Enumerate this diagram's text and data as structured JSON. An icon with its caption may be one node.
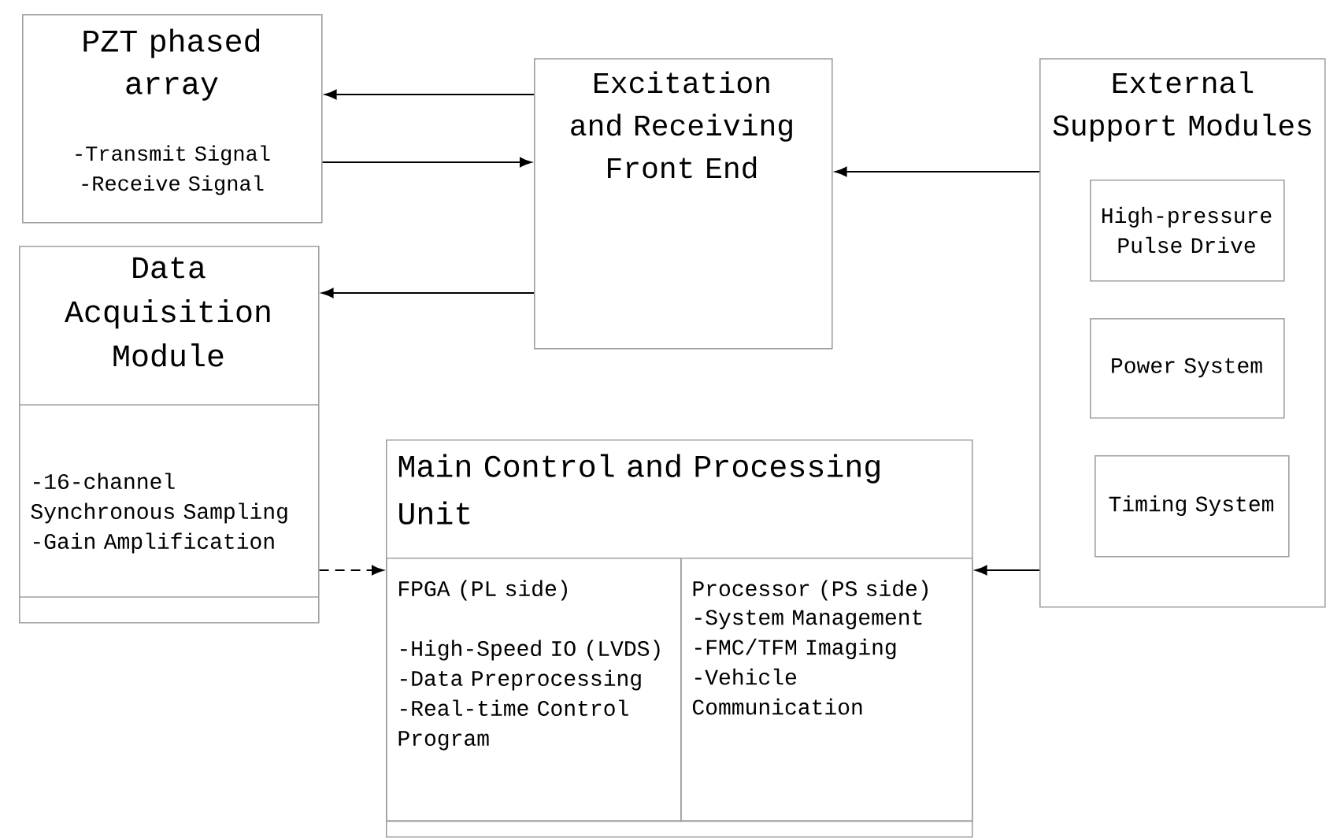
{
  "diagram": {
    "nodes": [
      {
        "text": [
          "PZT phased array",
          "-Transmit Signal -Receive Signal"
        ]
      },
      {
        "text": [
          "Excitation and Receiving Front End"
        ]
      },
      {
        "text": [
          "Data Acquisition Module",
          "-16-channel Synchronous Sampling -Gain Amplification"
        ]
      },
      {
        "text": [
          "Main Control and Processing Unit"
        ]
      },
      {
        "text": [
          "FPGA (PL side)",
          "-High-Speed IO (LVDS) -Data Preprocessing -Real-time Control Program"
        ],
        "in": 3
      },
      {
        "text": [
          "Processor (PS side)",
          "-System Management -FMC/TFM Imaging -Vehicle Communication"
        ],
        "in": 3
      },
      {
        "text": [
          "External Support Modules"
        ]
      },
      {
        "text": [
          "High-pressure Pulse Drive"
        ],
        "in": 6
      },
      {
        "text": [
          "Power System"
        ],
        "in": 6
      },
      {
        "text": [
          "Timing System"
        ],
        "in": 6
      }
    ],
    "edges": [
      {
        "from": 1,
        "to": 0,
        "arrow": "to"
      },
      {
        "from": 0,
        "to": 1,
        "arrow": "to"
      },
      {
        "from": 1,
        "to": 2,
        "arrow": "to"
      },
      {
        "from": 6,
        "to": 1,
        "arrow": "to"
      },
      {
        "from": 2,
        "to": 3,
        "arrow": "to",
        "style": "dashed"
      },
      {
        "from": 6,
        "to": 3,
        "arrow": "to"
      }
    ]
  }
}
